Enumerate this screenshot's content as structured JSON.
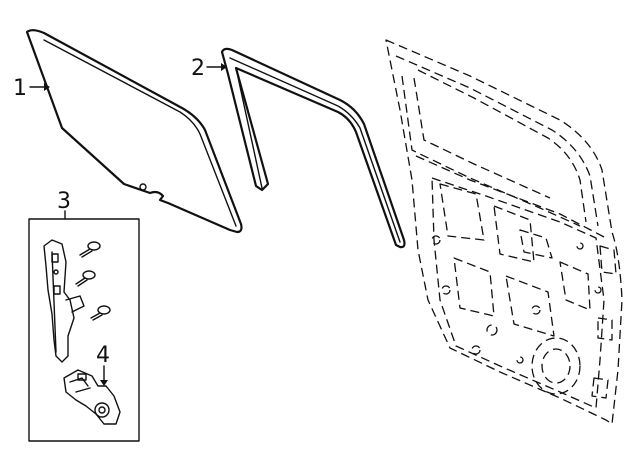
{
  "callouts": [
    {
      "id": "1",
      "label": "1"
    },
    {
      "id": "2",
      "label": "2"
    },
    {
      "id": "3",
      "label": "3"
    },
    {
      "id": "4",
      "label": "4"
    }
  ],
  "parts": {
    "door_glass": "glass",
    "glass_run_channel": "run-channel",
    "regulator_kit": "regulator-kit",
    "motor": "window-motor",
    "door_shell": "door-shell"
  }
}
